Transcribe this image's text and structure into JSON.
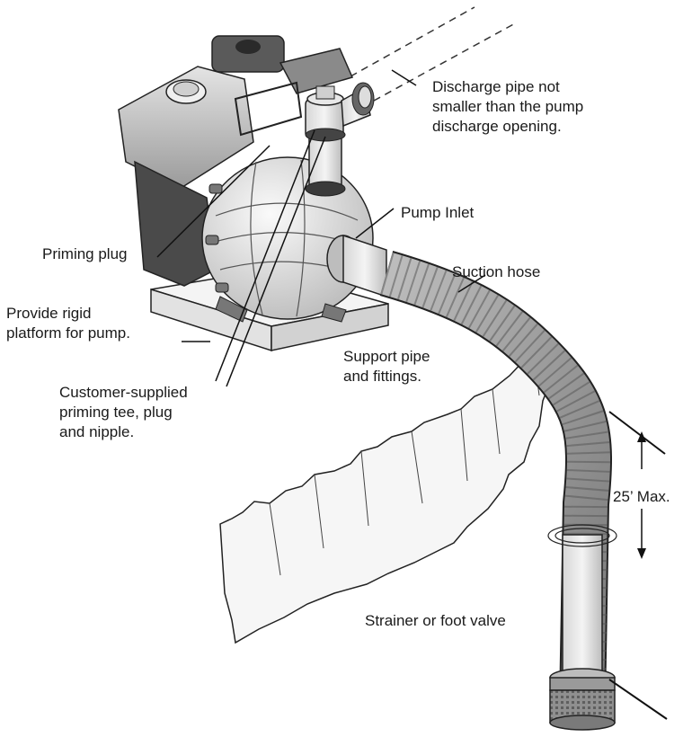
{
  "labels": {
    "discharge_pipe": [
      "Discharge pipe not",
      "smaller than the pump",
      "discharge opening."
    ],
    "pump_inlet": "Pump Inlet",
    "priming_plug": "Priming plug",
    "suction_hose": "Suction hose",
    "rigid_platform": [
      "Provide rigid",
      "platform for pump."
    ],
    "support_pipe": [
      "Support pipe",
      "and fittings."
    ],
    "priming_tee": [
      "Customer-supplied",
      "priming tee, plug",
      "and nipple."
    ],
    "max_lift": "25’ Max.",
    "strainer": "Strainer or foot valve"
  }
}
